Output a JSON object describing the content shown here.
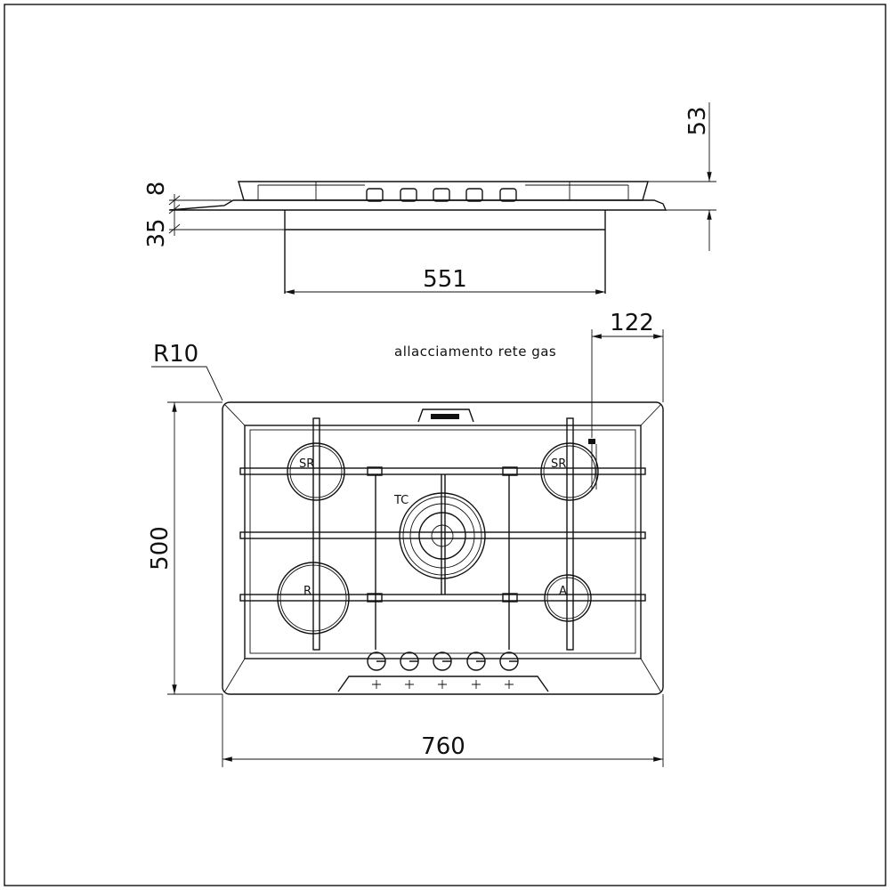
{
  "drawing": {
    "dimensions": {
      "height_total": "53",
      "grate_height": "8",
      "body_depth": "35",
      "cutout_width": "551",
      "gas_offset": "122",
      "depth": "500",
      "width": "760",
      "corner_radius": "R10"
    },
    "gas_connection_label": "allacciamento rete gas",
    "burners": [
      {
        "label": "SR"
      },
      {
        "label": "SR"
      },
      {
        "label": "TC"
      },
      {
        "label": "R"
      },
      {
        "label": "A"
      }
    ],
    "knob_count": 5
  }
}
